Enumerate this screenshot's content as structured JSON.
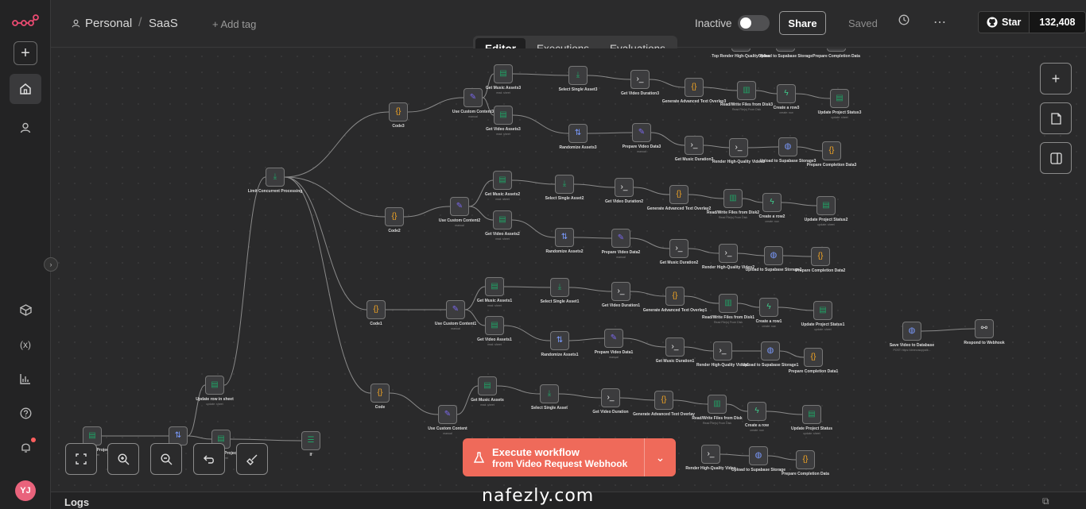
{
  "header": {
    "project": "Personal",
    "workflow": "SaaS",
    "add_tag": "+ Add tag",
    "status_label": "Inactive",
    "share_label": "Share",
    "saved_label": "Saved",
    "github_star": "Star",
    "github_count": "132,408"
  },
  "tabs": [
    {
      "label": "Editor",
      "active": true
    },
    {
      "label": "Executions",
      "active": false
    },
    {
      "label": "Evaluations",
      "active": false
    }
  ],
  "sidebar": {
    "avatar_initials": "YJ",
    "icons": [
      "plus-icon",
      "home-icon",
      "user-icon",
      "box-icon",
      "variables-icon",
      "chart-icon",
      "help-icon",
      "bell-icon"
    ]
  },
  "execute": {
    "title": "Execute workflow",
    "subtitle": "from Video Request Webhook"
  },
  "logs": {
    "label": "Logs"
  },
  "watermark": "nafezly.com",
  "colors": {
    "accent": "#ef6a5a",
    "sheets": "#21a366",
    "code": "#f5a623",
    "edit": "#7b68ee"
  },
  "canvas": {
    "nodes": [
      {
        "id": "n1",
        "label": "Limit Concurrent Processing",
        "sub": "",
        "icon": "download",
        "color": "#21a366"
      },
      {
        "id": "n2",
        "label": "Code3",
        "sub": "",
        "icon": "code",
        "color": "#f5a623"
      },
      {
        "id": "n3",
        "label": "Use Custom Content3",
        "sub": "manual",
        "icon": "edit",
        "color": "#7b68ee"
      },
      {
        "id": "n4",
        "label": "Get Music Assets3",
        "sub": "read: sheet",
        "icon": "sheet",
        "color": "#21a366"
      },
      {
        "id": "n5",
        "label": "Get Video Assets3",
        "sub": "read: sheet",
        "icon": "sheet",
        "color": "#21a366"
      },
      {
        "id": "n6",
        "label": "Select Single Asset3",
        "sub": "",
        "icon": "download",
        "color": "#21a366"
      },
      {
        "id": "n7",
        "label": "Randomize Assets3",
        "sub": "",
        "icon": "sort",
        "color": "#7b9bff"
      },
      {
        "id": "n8",
        "label": "Get Video Duration3",
        "sub": "",
        "icon": "term",
        "color": "#eee"
      },
      {
        "id": "n9",
        "label": "Prepare Video Data3",
        "sub": "manual",
        "icon": "edit",
        "color": "#7b68ee"
      },
      {
        "id": "n10",
        "label": "Generate Advanced Text Overlay3",
        "sub": "",
        "icon": "code",
        "color": "#f5a623"
      },
      {
        "id": "n11",
        "label": "Get Music Duration3",
        "sub": "",
        "icon": "term",
        "color": "#eee"
      },
      {
        "id": "n12",
        "label": "Read/Write Files from Disk3",
        "sub": "Read File(s) From Disk",
        "icon": "files",
        "color": "#21a366"
      },
      {
        "id": "n13",
        "label": "Render High-Quality Video3",
        "sub": "",
        "icon": "term",
        "color": "#eee"
      },
      {
        "id": "n14",
        "label": "Create a row3",
        "sub": "create: row",
        "icon": "bolt",
        "color": "#3ecf8e"
      },
      {
        "id": "n15",
        "label": "Upload to Supabase Storage3",
        "sub": "",
        "icon": "globe",
        "color": "#7b9bff"
      },
      {
        "id": "n16",
        "label": "Update Project Status3",
        "sub": "update: sheet",
        "icon": "sheet",
        "color": "#21a366"
      },
      {
        "id": "n17",
        "label": "Prepare Completion Data3",
        "sub": "",
        "icon": "code",
        "color": "#f5a623"
      },
      {
        "id": "m2",
        "label": "Code2",
        "sub": "",
        "icon": "code",
        "color": "#f5a623"
      },
      {
        "id": "m3",
        "label": "Use Custom Content2",
        "sub": "manual",
        "icon": "edit",
        "color": "#7b68ee"
      },
      {
        "id": "m4",
        "label": "Get Music Assets2",
        "sub": "read: sheet",
        "icon": "sheet",
        "color": "#21a366"
      },
      {
        "id": "m5",
        "label": "Get Video Assets2",
        "sub": "read: sheet",
        "icon": "sheet",
        "color": "#21a366"
      },
      {
        "id": "m6",
        "label": "Select Single Asset2",
        "sub": "",
        "icon": "download",
        "color": "#21a366"
      },
      {
        "id": "m7",
        "label": "Randomize Assets2",
        "sub": "",
        "icon": "sort",
        "color": "#7b9bff"
      },
      {
        "id": "m8",
        "label": "Get Video Duration2",
        "sub": "",
        "icon": "term",
        "color": "#eee"
      },
      {
        "id": "m9",
        "label": "Prepare Video Data2",
        "sub": "manual",
        "icon": "edit",
        "color": "#7b68ee"
      },
      {
        "id": "m10",
        "label": "Generate Advanced Text Overlay2",
        "sub": "",
        "icon": "code",
        "color": "#f5a623"
      },
      {
        "id": "m11",
        "label": "Get Music Duration2",
        "sub": "",
        "icon": "term",
        "color": "#eee"
      },
      {
        "id": "m12",
        "label": "Read/Write Files from Disk2",
        "sub": "Read File(s) From Disk",
        "icon": "files",
        "color": "#21a366"
      },
      {
        "id": "m13",
        "label": "Render High-Quality Video2",
        "sub": "",
        "icon": "term",
        "color": "#eee"
      },
      {
        "id": "m14",
        "label": "Create a row2",
        "sub": "create: row",
        "icon": "bolt",
        "color": "#3ecf8e"
      },
      {
        "id": "m15",
        "label": "Upload to Supabase Storage2",
        "sub": "",
        "icon": "globe",
        "color": "#7b9bff"
      },
      {
        "id": "m16",
        "label": "Update Project Status2",
        "sub": "update: sheet",
        "icon": "sheet",
        "color": "#21a366"
      },
      {
        "id": "m17",
        "label": "Prepare Completion Data2",
        "sub": "",
        "icon": "code",
        "color": "#f5a623"
      },
      {
        "id": "k2",
        "label": "Code1",
        "sub": "",
        "icon": "code",
        "color": "#f5a623"
      },
      {
        "id": "k3",
        "label": "Use Custom Content1",
        "sub": "manual",
        "icon": "edit",
        "color": "#7b68ee"
      },
      {
        "id": "k4",
        "label": "Get Music Assets1",
        "sub": "read: sheet",
        "icon": "sheet",
        "color": "#21a366"
      },
      {
        "id": "k5",
        "label": "Get Video Assets1",
        "sub": "read: sheet",
        "icon": "sheet",
        "color": "#21a366"
      },
      {
        "id": "k6",
        "label": "Select Single Asset1",
        "sub": "",
        "icon": "download",
        "color": "#21a366"
      },
      {
        "id": "k7",
        "label": "Randomize Assets1",
        "sub": "",
        "icon": "sort",
        "color": "#7b9bff"
      },
      {
        "id": "k8",
        "label": "Get Video Duration1",
        "sub": "",
        "icon": "term",
        "color": "#eee"
      },
      {
        "id": "k9",
        "label": "Prepare Video Data1",
        "sub": "manual",
        "icon": "edit",
        "color": "#7b68ee"
      },
      {
        "id": "k10",
        "label": "Generate Advanced Text Overlay1",
        "sub": "",
        "icon": "code",
        "color": "#f5a623"
      },
      {
        "id": "k11",
        "label": "Get Music Duration1",
        "sub": "",
        "icon": "term",
        "color": "#eee"
      },
      {
        "id": "k12",
        "label": "Read/Write Files from Disk1",
        "sub": "Read File(s) From Disk",
        "icon": "files",
        "color": "#21a366"
      },
      {
        "id": "k13",
        "label": "Render High-Quality Video1",
        "sub": "",
        "icon": "term",
        "color": "#eee"
      },
      {
        "id": "k14",
        "label": "Create a row1",
        "sub": "create: row",
        "icon": "bolt",
        "color": "#3ecf8e"
      },
      {
        "id": "k15",
        "label": "Upload to Supabase Storage1",
        "sub": "",
        "icon": "globe",
        "color": "#7b9bff"
      },
      {
        "id": "k16",
        "label": "Update Project Status1",
        "sub": "update: sheet",
        "icon": "sheet",
        "color": "#21a366"
      },
      {
        "id": "k17",
        "label": "Prepare Completion Data1",
        "sub": "",
        "icon": "code",
        "color": "#f5a623"
      },
      {
        "id": "j2",
        "label": "Code",
        "sub": "",
        "icon": "code",
        "color": "#f5a623"
      },
      {
        "id": "j3",
        "label": "Use Custom Content",
        "sub": "manual",
        "icon": "edit",
        "color": "#7b68ee"
      },
      {
        "id": "j4",
        "label": "Get Music Assets",
        "sub": "read: sheet",
        "icon": "sheet",
        "color": "#21a366"
      },
      {
        "id": "j6",
        "label": "Select Single Asset",
        "sub": "",
        "icon": "download",
        "color": "#21a366"
      },
      {
        "id": "j8",
        "label": "Get Video Duration",
        "sub": "",
        "icon": "term",
        "color": "#eee"
      },
      {
        "id": "j10",
        "label": "Generate Advanced Text Overlay",
        "sub": "",
        "icon": "code",
        "color": "#f5a623"
      },
      {
        "id": "j12",
        "label": "Read/Write Files from Disk",
        "sub": "Read File(s) From Disk",
        "icon": "files",
        "color": "#21a366"
      },
      {
        "id": "j13",
        "label": "Render High-Quality Video",
        "sub": "",
        "icon": "term",
        "color": "#eee"
      },
      {
        "id": "j14",
        "label": "Create a row",
        "sub": "create: row",
        "icon": "bolt",
        "color": "#3ecf8e"
      },
      {
        "id": "j15",
        "label": "Upload to Supabase Storage",
        "sub": "",
        "icon": "globe",
        "color": "#7b9bff"
      },
      {
        "id": "j16",
        "label": "Update Project Status",
        "sub": "update: sheet",
        "icon": "sheet",
        "color": "#21a366"
      },
      {
        "id": "j17",
        "label": "Prepare Completion Data",
        "sub": "",
        "icon": "code",
        "color": "#f5a623"
      },
      {
        "id": "t1",
        "label": "Top Render High-Quality Video",
        "sub": "",
        "icon": "term",
        "color": "#eee"
      },
      {
        "id": "t2",
        "label": "Upload to Supabase Storage",
        "sub": "",
        "icon": "globe",
        "color": "#7b9bff"
      },
      {
        "id": "t3",
        "label": "Prepare Completion Data",
        "sub": "",
        "icon": "code",
        "color": "#f5a623"
      },
      {
        "id": "s1",
        "label": "Save Video to Database",
        "sub": "POST: https://dmecosuppaik...",
        "icon": "globe",
        "color": "#7b9bff"
      },
      {
        "id": "s2",
        "label": "Respond to Webhook",
        "sub": "",
        "icon": "webhook",
        "color": "#ddd"
      },
      {
        "id": "b1",
        "label": "Get Pending Projects",
        "sub": "read: sheet",
        "icon": "sheet",
        "color": "#21a366"
      },
      {
        "id": "b2",
        "label": "Sort",
        "sub": "",
        "icon": "sort",
        "color": "#7b9bff"
      },
      {
        "id": "b3",
        "label": "Update row in sheet",
        "sub": "update: sheet",
        "icon": "sheet",
        "color": "#21a366"
      },
      {
        "id": "b4",
        "label": "Get Pending Projects1",
        "sub": "read: sheet",
        "icon": "sheet",
        "color": "#21a366"
      },
      {
        "id": "b5",
        "label": "If",
        "sub": "",
        "icon": "if",
        "color": "#21a366"
      }
    ]
  }
}
